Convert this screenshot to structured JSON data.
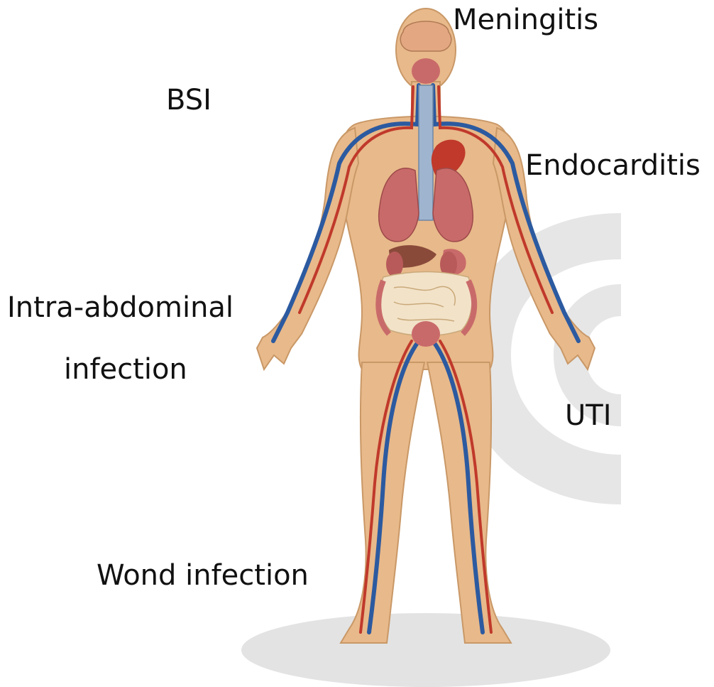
{
  "labels": {
    "meningitis": "Meningitis",
    "bsi": "BSI",
    "endocarditis": "Endocarditis",
    "intra_line1": "Intra-abdominal",
    "intra_line2": "infection",
    "uti": "UTI",
    "wound": "Wond infection"
  },
  "colors": {
    "skin": "#e8b98a",
    "skin_outline": "#c99867",
    "artery": "#c0392b",
    "vein": "#2c5aa0",
    "organ": "#c96a6a",
    "intestine": "#f2e2c8",
    "trachea": "#9fb5cf",
    "watermark": "#e4e4e4",
    "shadow": "#e6e6e6"
  }
}
